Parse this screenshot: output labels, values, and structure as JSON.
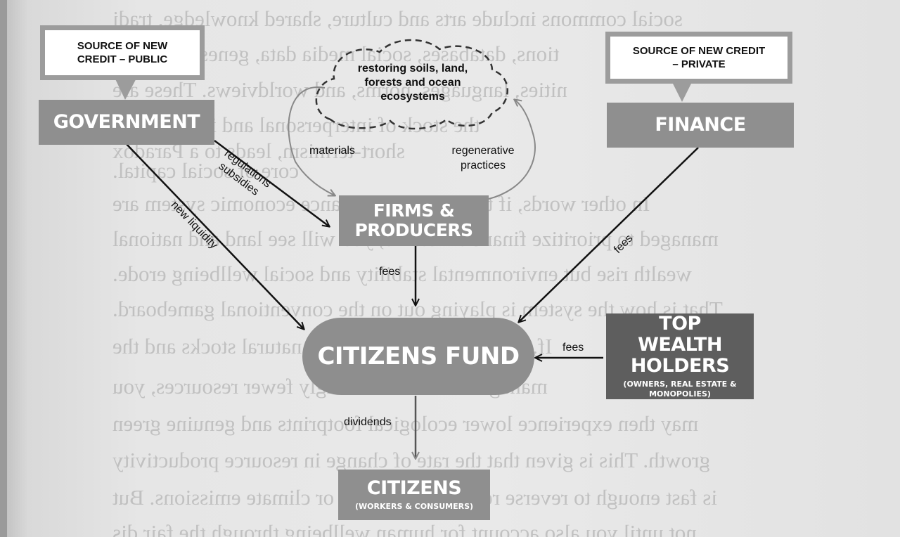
{
  "diagram": {
    "sources": {
      "public": "SOURCE OF NEW CREDIT – PUBLIC",
      "private": "SOURCE OF NEW CREDIT – PRIVATE"
    },
    "nodes": {
      "government": "GOVERNMENT",
      "finance": "FINANCE",
      "firms": "FIRMS & PRODUCERS",
      "fund": "CITIZENS FUND",
      "wealth": "TOP WEALTH HOLDERS",
      "wealth_sub": "(OWNERS, REAL ESTATE & MONOPOLIES)",
      "citizens": "CITIZENS",
      "citizens_sub": "(WORKERS & CONSUMERS)"
    },
    "cloud": "restoring soils, land, forests and ocean ecosystems",
    "edges": {
      "materials": "materials",
      "regenerative": "regenerative practices",
      "regulations": "regulations",
      "subsidies": "subsidies",
      "new_liquidity": "new liquidity",
      "fees_finance": "fees",
      "fees_firms": "fees",
      "fees_wealth": "fees",
      "dividends": "dividends"
    },
    "colors": {
      "box_grey": "#8f8f8f",
      "box_dark": "#5e5e5e",
      "arrow": "#111111",
      "outline": "#9c9c9c"
    }
  },
  "bleed_through": [
    "social commons include arts and culture, shared knowledge, tradi",
    "tions, databases, social media data, genes, commun",
    "nities, languages, norms, and worldviews. These are",
    "the stock of interpersonal and institutional",
    "short-termism, leads to a Paradox",
    "core of social capital.",
    "In other words, if the short-term finance economic system are",
    "managed to prioritize financial returns, you will see land and national",
    "wealth rise but environmental stability and social wellbeing erode.",
    "That is how the system is playing out on the conventional gameboard.",
    "If, however, they reinvest in natural stocks and the",
    "managed use of increasingly fewer resources, you",
    "may then experience lower ecological footprints and genuine green",
    "growth. This is given that the rate of change in resource productivity",
    "is fast enough to reverse resource depletion or climate emissions. But",
    "not until you also account for human wellbeing through the fair dis"
  ]
}
